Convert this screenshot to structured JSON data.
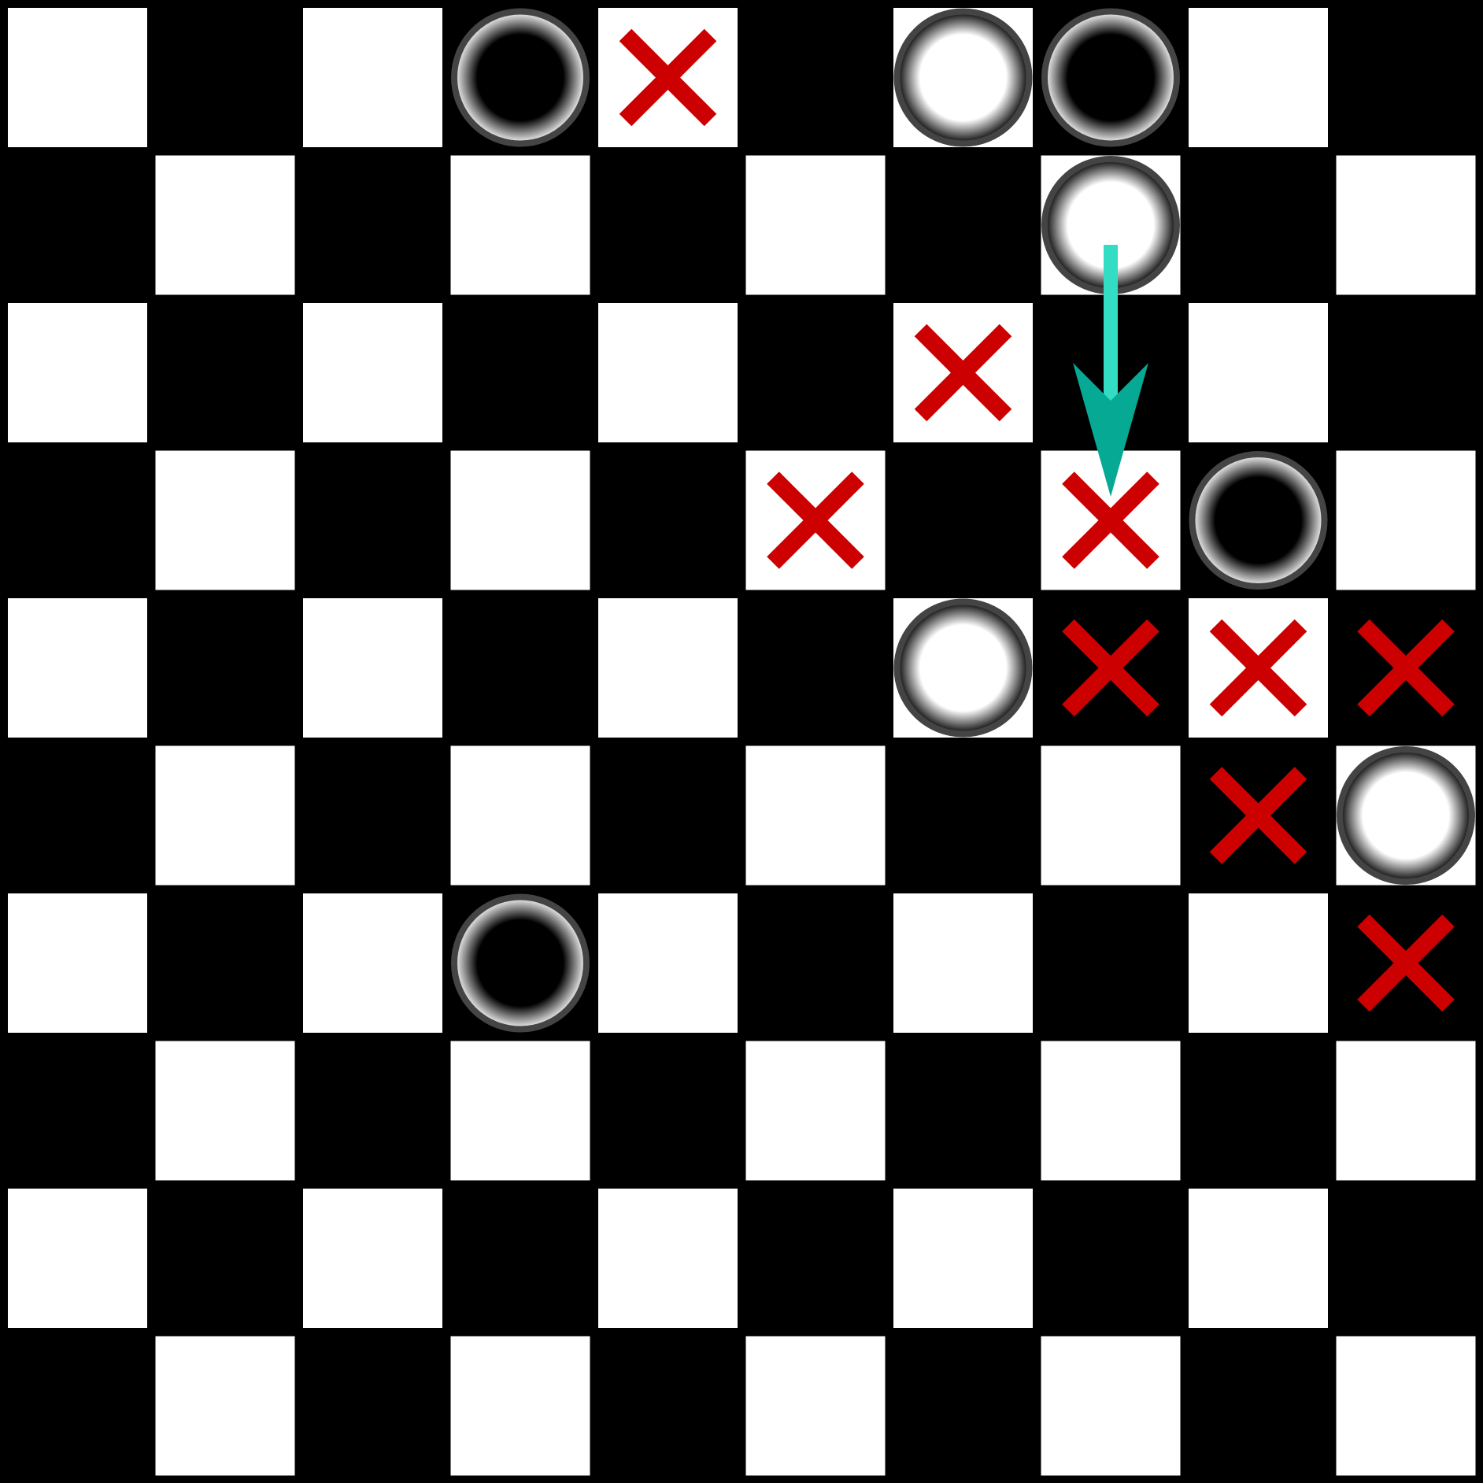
{
  "board": {
    "rows": 10,
    "cols": 10,
    "colors": {
      "light_square": "#ffffff",
      "dark_square": "#000000",
      "piece_ring": "#444444",
      "mark": "#cc0000",
      "arrow": "#06a994",
      "arrow_tail": "#33ddc4"
    },
    "pieces": [
      {
        "row": 0,
        "col": 3,
        "color": "black"
      },
      {
        "row": 0,
        "col": 6,
        "color": "white"
      },
      {
        "row": 0,
        "col": 7,
        "color": "black"
      },
      {
        "row": 1,
        "col": 7,
        "color": "white"
      },
      {
        "row": 3,
        "col": 8,
        "color": "black"
      },
      {
        "row": 4,
        "col": 6,
        "color": "white"
      },
      {
        "row": 5,
        "col": 9,
        "color": "white"
      },
      {
        "row": 6,
        "col": 3,
        "color": "black"
      }
    ],
    "marks": [
      {
        "row": 0,
        "col": 4
      },
      {
        "row": 2,
        "col": 6
      },
      {
        "row": 3,
        "col": 5
      },
      {
        "row": 3,
        "col": 7
      },
      {
        "row": 4,
        "col": 7
      },
      {
        "row": 4,
        "col": 8
      },
      {
        "row": 4,
        "col": 9
      },
      {
        "row": 5,
        "col": 8
      },
      {
        "row": 6,
        "col": 9
      }
    ],
    "arrows": [
      {
        "from": {
          "row": 1,
          "col": 7
        },
        "to": {
          "row": 3,
          "col": 7
        }
      }
    ]
  }
}
